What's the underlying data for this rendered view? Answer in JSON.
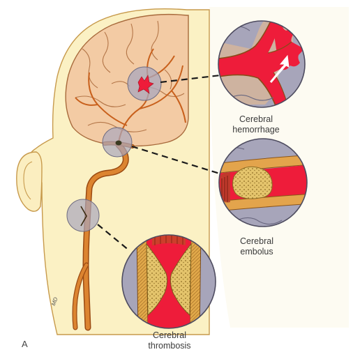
{
  "labels": {
    "hemorrhage": [
      "Cerebral",
      "hemorrhage"
    ],
    "embolus": [
      "Cerebral",
      "embolus"
    ],
    "thrombosis": [
      "Cerebral",
      "thrombosis"
    ],
    "panel_letter": "A",
    "signature": "MD"
  },
  "colors": {
    "background": "#ffffff",
    "head_fill": "#fbf2c8",
    "brain_fill": "#f2caa3",
    "vessel": "#d87a2a",
    "blood": "#ee1c3a",
    "magnifier_gray": "#a4a2b8",
    "clot": "#e2c064"
  }
}
